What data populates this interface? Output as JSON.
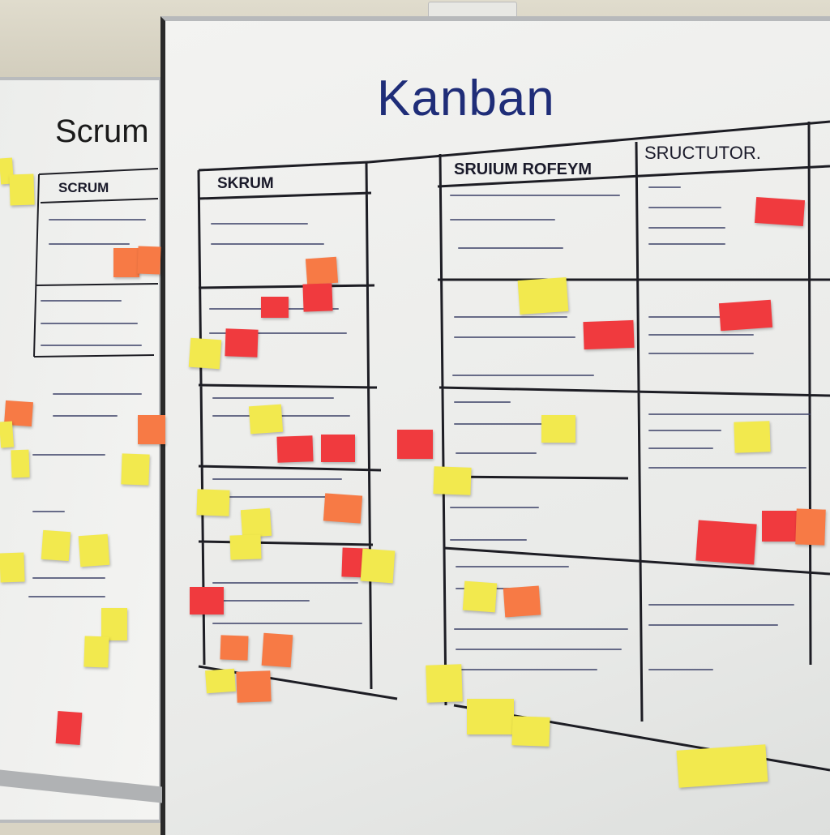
{
  "board": {
    "title": "Kanban",
    "left_board_title": "Scrum",
    "headers": [
      "SCRUM",
      "SKRUM",
      "SRUIUM ROFEYM",
      "SRUCTUTOR."
    ]
  },
  "colors": {
    "marker_blue": "#1f2d78",
    "marker_black": "#1a1a1a",
    "sticky_yellow": "#f2e94e",
    "sticky_orange": "#f77a45",
    "sticky_red": "#f03a3e"
  }
}
